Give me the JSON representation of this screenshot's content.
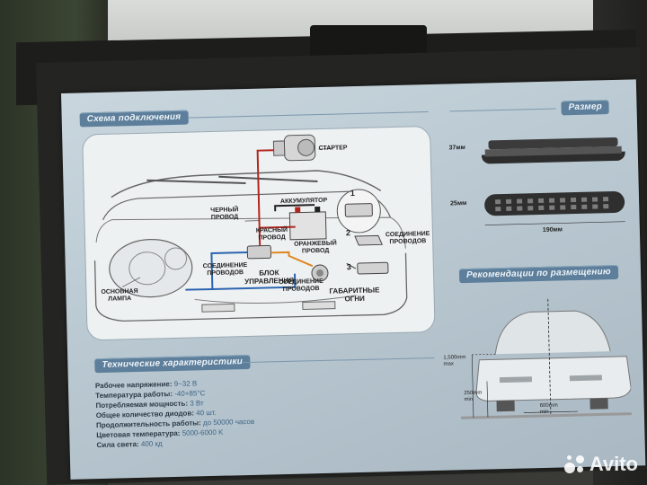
{
  "wiring": {
    "title": "Схема подключения",
    "starter": "СТАРТЕР",
    "black_wire": "ЧЕРНЫЙ\nПРОВОД",
    "battery": "АККУМУЛЯТОР",
    "red_wire": "КРАСНЫЙ\nПРОВОД",
    "orange_wire": "ОРАНЖЕВЫЙ\nПРОВОД",
    "wire_connection_1": "СОЕДИНЕНИЕ\nПРОВОДОВ",
    "control_unit": "БЛОК\nУПРАВЛЕНИЯ",
    "wire_connection_2": "СОЕДИНЕНИЕ\nПРОВОДОВ",
    "wire_connection_3": "СОЕДИНЕНИЕ\nПРОВОДОВ",
    "main_lamp": "ОСНОВНАЯ\nЛАМПА",
    "side_lights": "ГАБАРИТНЫЕ\nОГНИ",
    "steps": [
      "1",
      "2",
      "3"
    ]
  },
  "size": {
    "title": "Размер",
    "height": "37мм",
    "width": "25мм",
    "length": "190мм"
  },
  "placement": {
    "title": "Рекомендации по размещению",
    "max_height": "1,500mm\nmax",
    "min_height": "250mm\nmin",
    "min_gap": "600mm\nmin"
  },
  "specs": {
    "title": "Технические характеристики",
    "rows": [
      {
        "label": "Рабочее напряжение:",
        "value": "9~32 В"
      },
      {
        "label": "Температура работы:",
        "value": "-40+85°C"
      },
      {
        "label": "Потребляемая мощность:",
        "value": "3 Вт"
      },
      {
        "label": "Общее количество диодов:",
        "value": "40 шт."
      },
      {
        "label": "Продолжительность работы:",
        "value": "до 50000 часов"
      },
      {
        "label": "Цветовая температура:",
        "value": "5000-6000 K"
      },
      {
        "label": "Сила света:",
        "value": "400 кд"
      }
    ]
  },
  "watermark": "Avito",
  "colors": {
    "panel": "#bccad3",
    "header": "#5d7f9b",
    "wire_red": "#b3261e",
    "wire_blue": "#2a63b0",
    "wire_orange": "#e0861f",
    "wire_black": "#222222"
  }
}
